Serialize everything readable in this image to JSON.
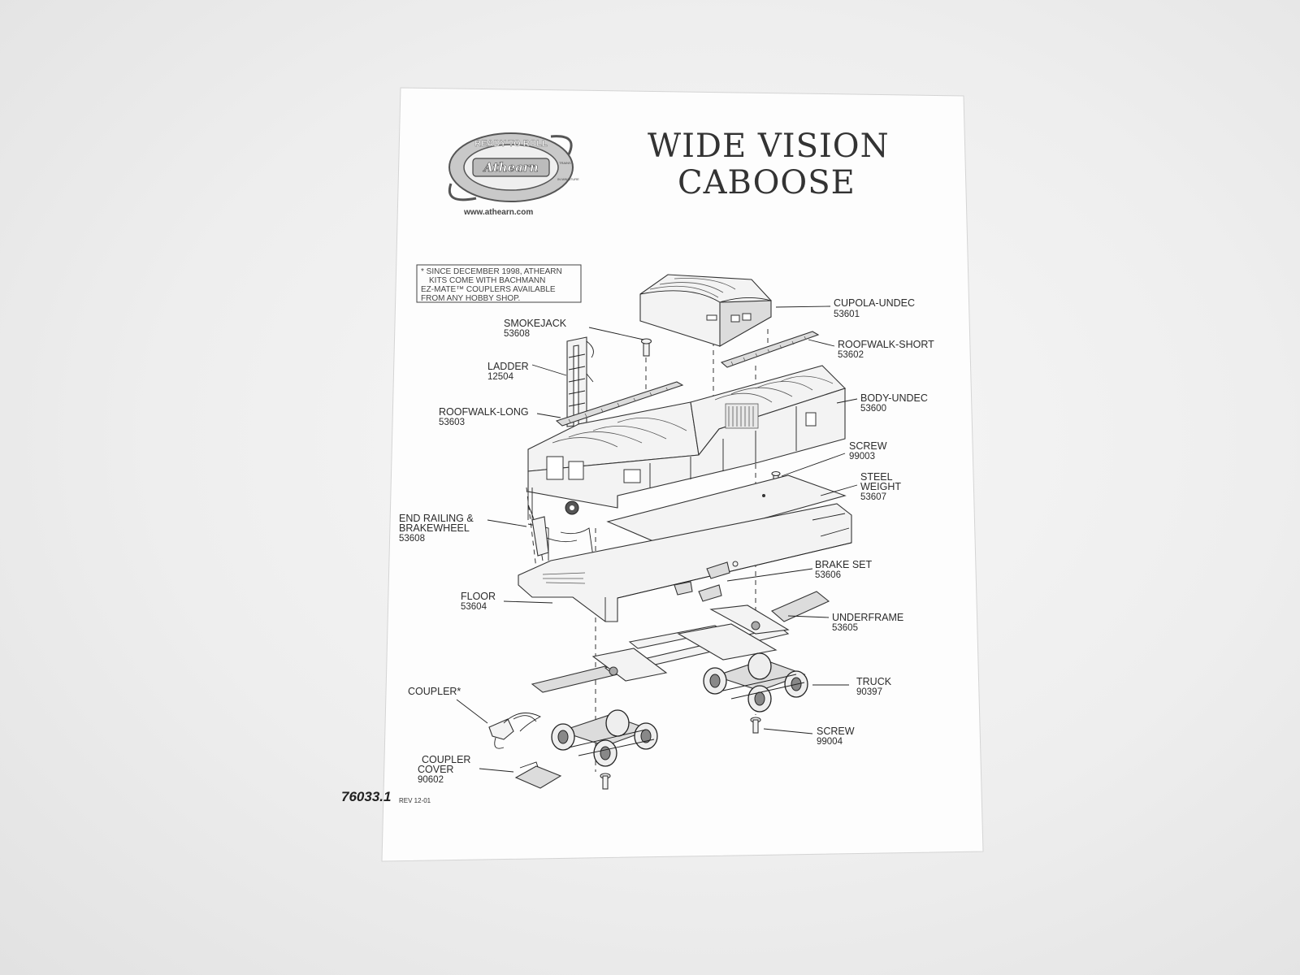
{
  "logo": {
    "ring_text": "READY TO ROLL",
    "brand": "Athearn",
    "tag_left": "TRAINS",
    "tag_right": "IN MINIATURE"
  },
  "url": "www.athearn.com",
  "title": {
    "line1": "WIDE VISION",
    "line2": "CABOOSE"
  },
  "note": [
    "* SINCE DECEMBER 1998, ATHEARN",
    "KITS COME WITH BACHMANN",
    "EZ-MATE™ COUPLERS AVAILABLE",
    "FROM ANY HOBBY SHOP."
  ],
  "parts": [
    {
      "id": "cupola",
      "name": "CUPOLA-UNDEC",
      "number": "53601"
    },
    {
      "id": "smokejack",
      "name": "SMOKEJACK",
      "number": "53608"
    },
    {
      "id": "roofwalk-short",
      "name": "ROOFWALK-SHORT",
      "number": "53602"
    },
    {
      "id": "ladder",
      "name": "LADDER",
      "number": "12504"
    },
    {
      "id": "body",
      "name": "BODY-UNDEC",
      "number": "53600"
    },
    {
      "id": "roofwalk-long",
      "name": "ROOFWALK-LONG",
      "number": "53603"
    },
    {
      "id": "screw-top",
      "name": "SCREW",
      "number": "99003"
    },
    {
      "id": "steel-weight",
      "name": "STEEL",
      "name2": "WEIGHT",
      "number": "53607"
    },
    {
      "id": "end-railing",
      "name": "END RAILING &",
      "name2": "BRAKEWHEEL",
      "number": "53608"
    },
    {
      "id": "brake-set",
      "name": "BRAKE SET",
      "number": "53606"
    },
    {
      "id": "floor",
      "name": "FLOOR",
      "number": "53604"
    },
    {
      "id": "underframe",
      "name": "UNDERFRAME",
      "number": "53605"
    },
    {
      "id": "truck",
      "name": "TRUCK",
      "number": "90397"
    },
    {
      "id": "coupler",
      "name": "COUPLER*"
    },
    {
      "id": "screw-bottom",
      "name": "SCREW",
      "number": "99004"
    },
    {
      "id": "coupler-cover",
      "name": "COUPLER",
      "name2": "COVER",
      "number": "90602"
    }
  ],
  "doc": {
    "number": "76033.1",
    "revision": "REV 12-01"
  }
}
